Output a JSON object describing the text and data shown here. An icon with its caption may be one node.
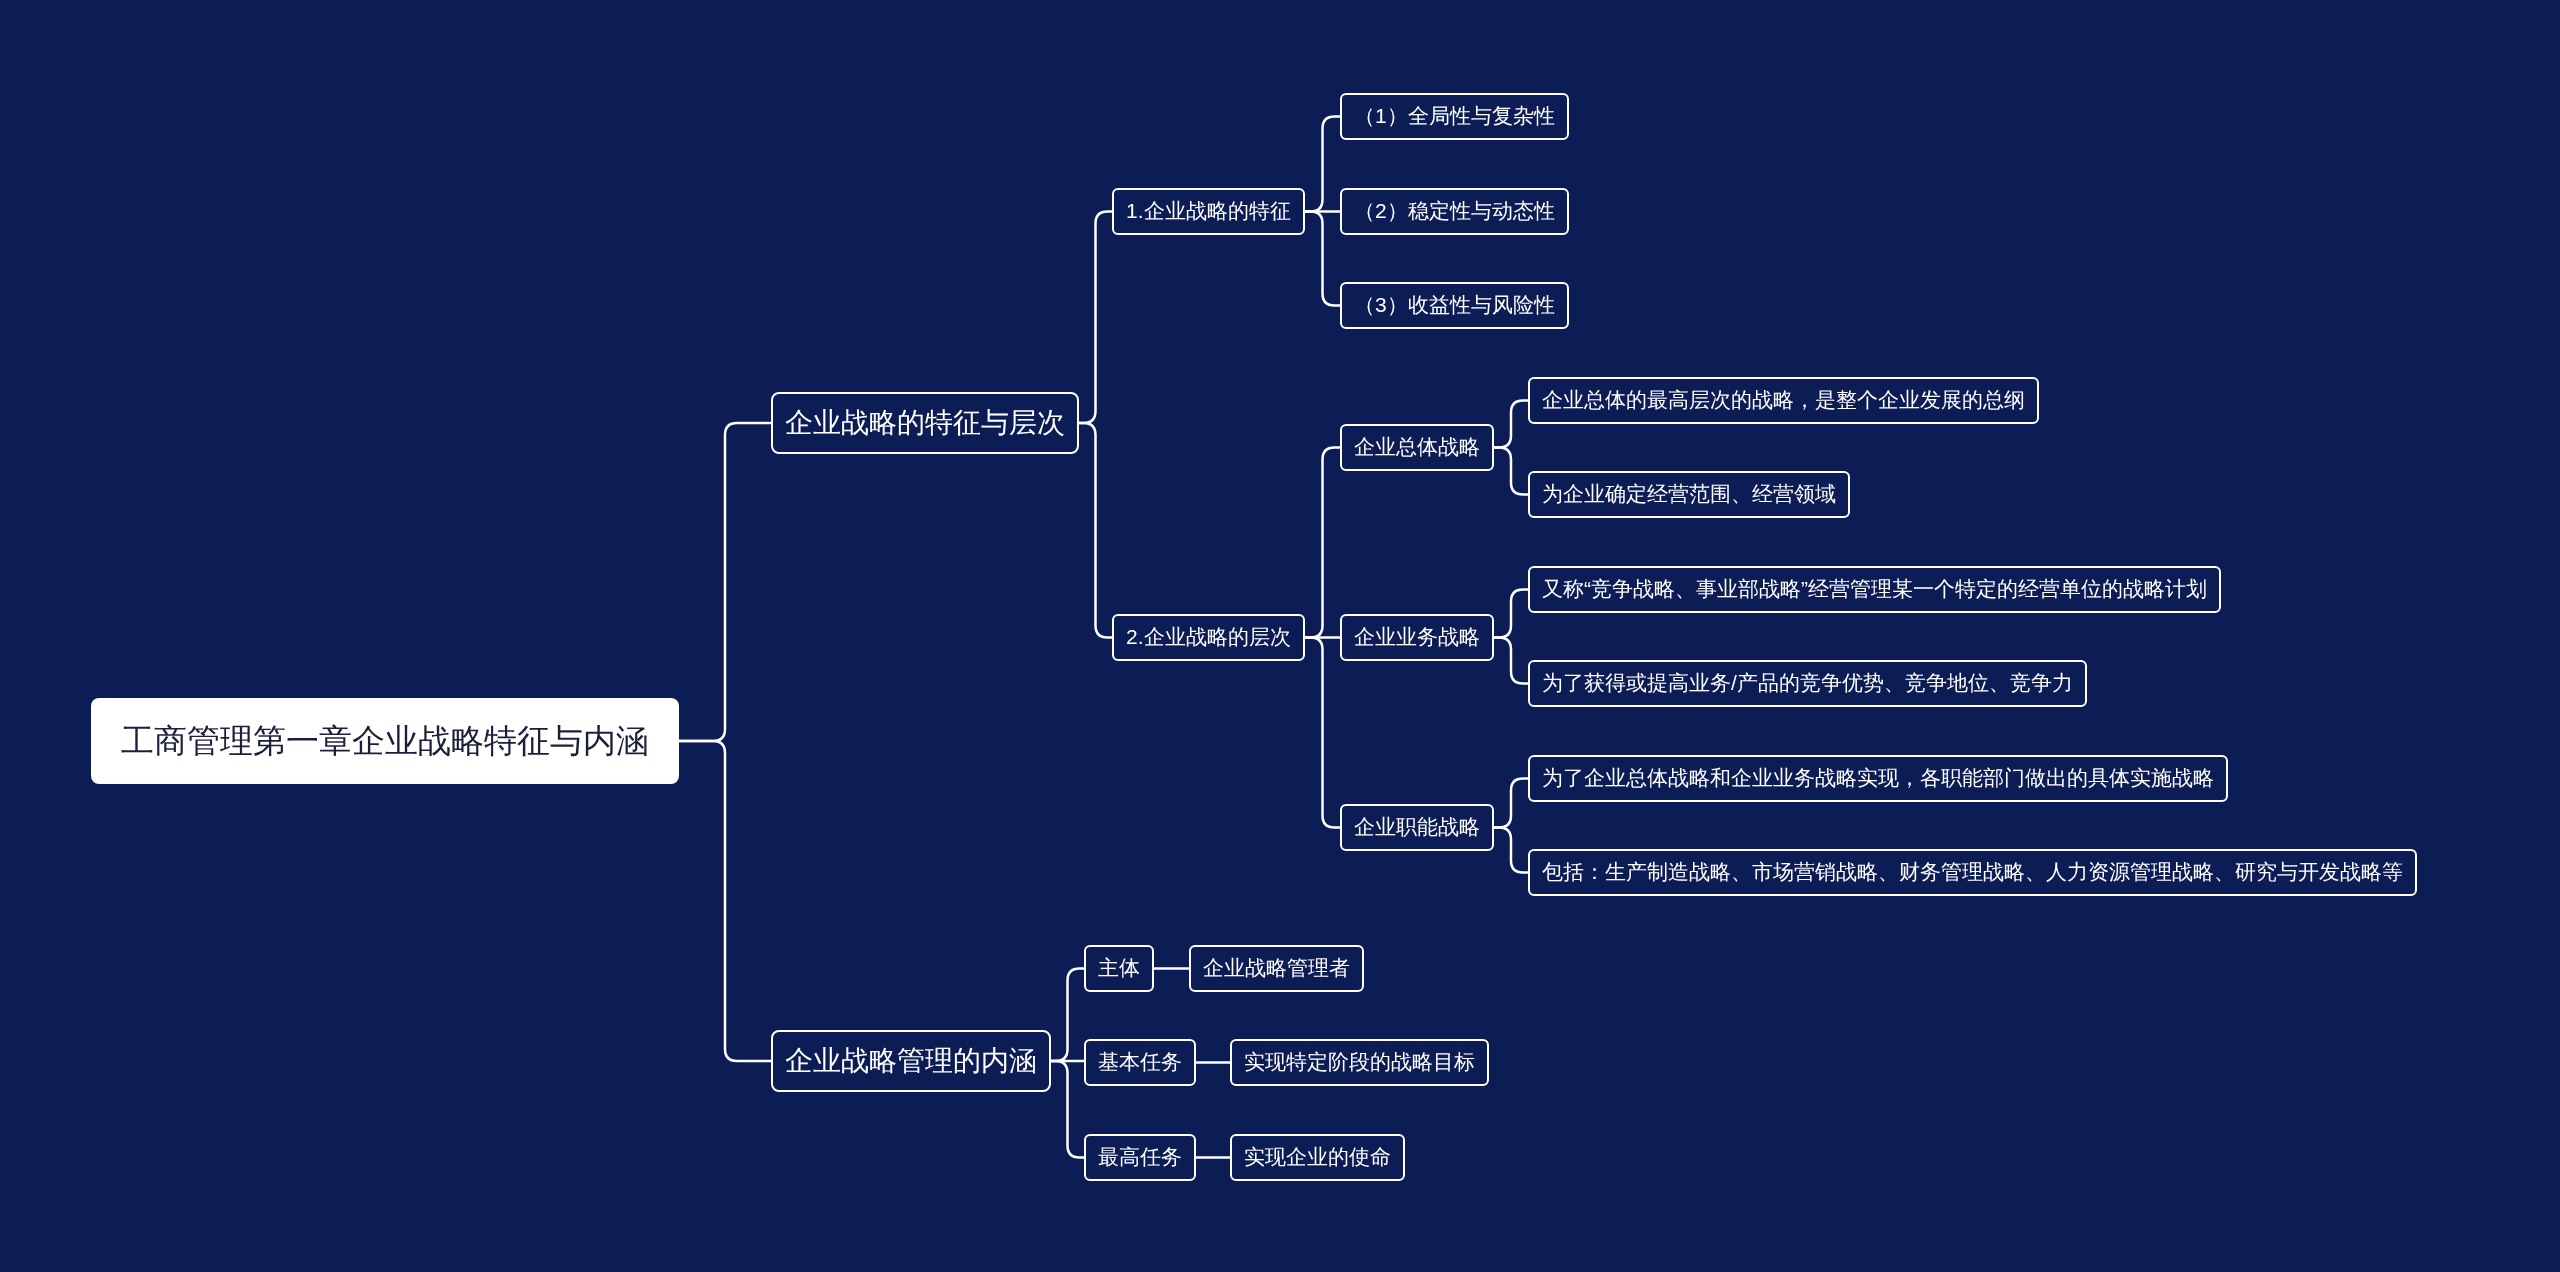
{
  "diagram": {
    "nodes": [
      {
        "text": [
          "工商管理第一章企业战略特征与内涵"
        ]
      },
      {
        "text": [
          "企业战略的特征与层次"
        ]
      },
      {
        "text": [
          "1.企业战略的特征"
        ]
      },
      {
        "text": [
          "（1）全局性与复杂性"
        ]
      },
      {
        "text": [
          "（2）稳定性与动态性"
        ]
      },
      {
        "text": [
          "（3）收益性与风险性"
        ]
      },
      {
        "text": [
          "2.企业战略的层次"
        ]
      },
      {
        "text": [
          "企业总体战略"
        ]
      },
      {
        "text": [
          "企业总体的最高层次的战略，是整个企业发展的总纲"
        ]
      },
      {
        "text": [
          "为企业确定经营范围、经营领域"
        ]
      },
      {
        "text": [
          "企业业务战略"
        ]
      },
      {
        "text": [
          "又称“竞争战略、事业部战略”经营管理某一个特定的经营单位的战略计划"
        ]
      },
      {
        "text": [
          "为了获得或提高业务/产品的竞争优势、竞争地位、竞争力"
        ]
      },
      {
        "text": [
          "企业职能战略"
        ]
      },
      {
        "text": [
          "为了企业总体战略和企业业务战略实现，各职能部门做出的具体实施战略"
        ]
      },
      {
        "text": [
          "包括：生产制造战略、市场营销战略、财务管理战略、人力资源管理战略、研究与开发战略等"
        ]
      },
      {
        "text": [
          "企业战略管理的内涵"
        ]
      },
      {
        "text": [
          "主体"
        ]
      },
      {
        "text": [
          "企业战略管理者"
        ]
      },
      {
        "text": [
          "基本任务"
        ]
      },
      {
        "text": [
          "实现特定阶段的战略目标"
        ]
      },
      {
        "text": [
          "最高任务"
        ]
      },
      {
        "text": [
          "实现企业的使命"
        ]
      }
    ],
    "edges": [
      {
        "from": 0,
        "to": 1,
        "arrow": "none"
      },
      {
        "from": 1,
        "to": 2,
        "arrow": "none"
      },
      {
        "from": 2,
        "to": 3,
        "arrow": "none"
      },
      {
        "from": 2,
        "to": 4,
        "arrow": "none"
      },
      {
        "from": 2,
        "to": 5,
        "arrow": "none"
      },
      {
        "from": 1,
        "to": 6,
        "arrow": "none"
      },
      {
        "from": 6,
        "to": 7,
        "arrow": "none"
      },
      {
        "from": 7,
        "to": 8,
        "arrow": "none"
      },
      {
        "from": 7,
        "to": 9,
        "arrow": "none"
      },
      {
        "from": 6,
        "to": 10,
        "arrow": "none"
      },
      {
        "from": 10,
        "to": 11,
        "arrow": "none"
      },
      {
        "from": 10,
        "to": 12,
        "arrow": "none"
      },
      {
        "from": 6,
        "to": 13,
        "arrow": "none"
      },
      {
        "from": 13,
        "to": 14,
        "arrow": "none"
      },
      {
        "from": 13,
        "to": 15,
        "arrow": "none"
      },
      {
        "from": 0,
        "to": 16,
        "arrow": "none"
      },
      {
        "from": 16,
        "to": 17,
        "arrow": "none"
      },
      {
        "from": 17,
        "to": 18,
        "arrow": "none"
      },
      {
        "from": 16,
        "to": 19,
        "arrow": "none"
      },
      {
        "from": 19,
        "to": 20,
        "arrow": "none"
      },
      {
        "from": 16,
        "to": 21,
        "arrow": "none"
      },
      {
        "from": 21,
        "to": 22,
        "arrow": "none"
      }
    ]
  }
}
